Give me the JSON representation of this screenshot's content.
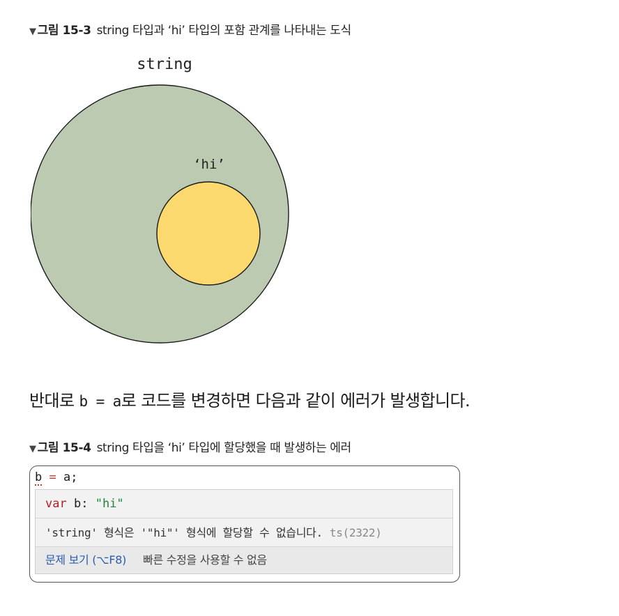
{
  "figure1": {
    "marker": "▼",
    "number": "그림 15-3",
    "title": "string 타입과 ‘hi’ 타입의 포함 관계를 나타내는 도식",
    "outer_label": "string",
    "inner_label": "‘hi’",
    "outer_color": "#bccab2",
    "inner_color": "#fbd96e"
  },
  "body": {
    "before": "반대로 ",
    "code": "b = a",
    "after": "로 코드를 변경하면 다음과 같이 에러가 발생합니다."
  },
  "figure2": {
    "marker": "▼",
    "number": "그림 15-4",
    "title": "string 타입을 ‘hi’ 타입에 할당했을 때 발생하는 에러"
  },
  "code": {
    "var": "b",
    "op": "=",
    "rest": "a;"
  },
  "hover": {
    "keyword": "var",
    "name": "b",
    "colon": ":",
    "type": "\"hi\"",
    "message": "'string' 형식은 '\"hi\"' 형식에 할당할 수 없습니다.",
    "error_code": "ts(2322)",
    "view_problem": "문제 보기 (⌥F8)",
    "no_quick_fix": "빠른 수정을 사용할 수 없음"
  }
}
